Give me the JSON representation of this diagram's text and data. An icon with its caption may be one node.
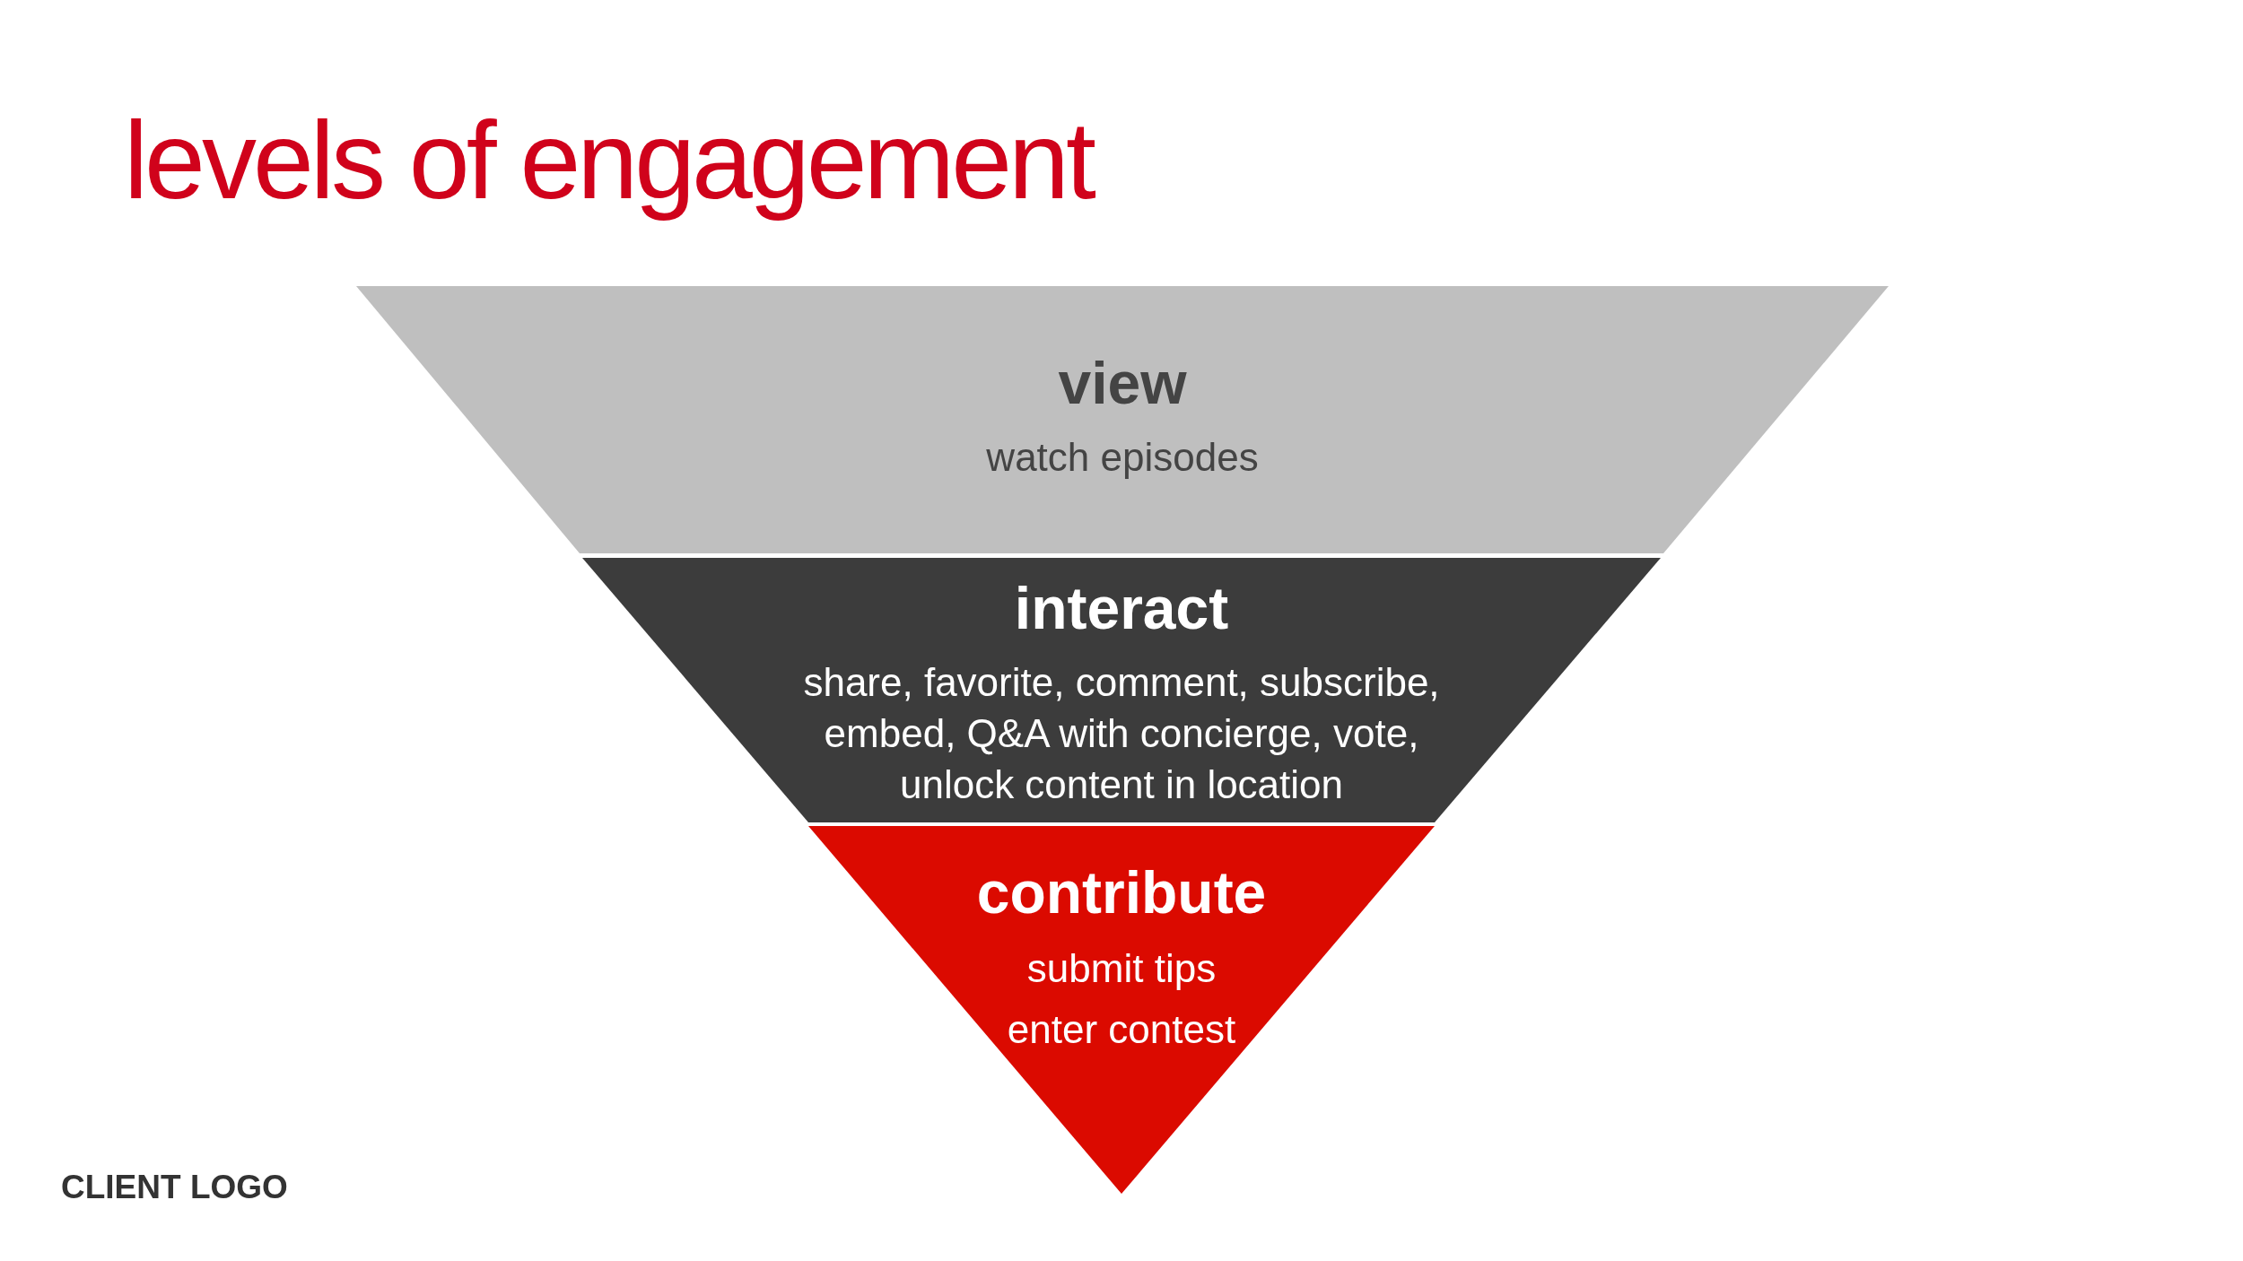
{
  "diagram": {
    "title": "levels of engagement",
    "nodes": [
      {
        "text": [
          "view",
          "watch episodes"
        ]
      },
      {
        "text": [
          "interact",
          "share, favorite, comment, subscribe, embed, Q&A with concierge, vote, unlock content in location"
        ]
      },
      {
        "text": [
          "contribute",
          "submit tips",
          "enter contest"
        ]
      }
    ],
    "labels": [
      "CLIENT LOGO"
    ]
  }
}
